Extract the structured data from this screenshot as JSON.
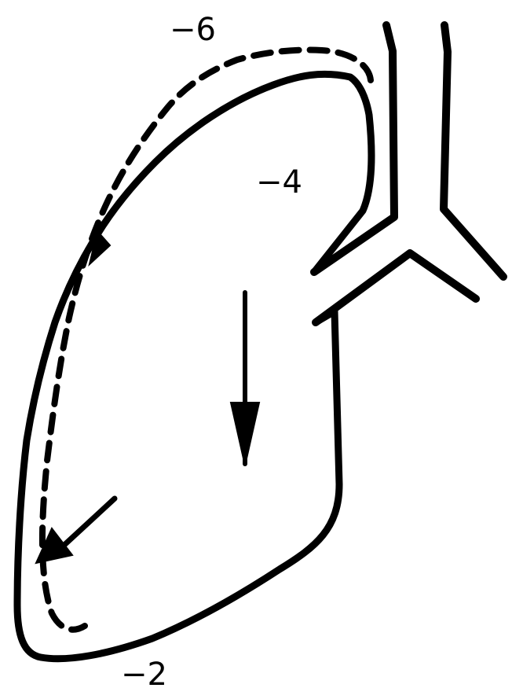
{
  "labels": {
    "top": "−6",
    "middle": "−4",
    "bottom": "−2"
  },
  "colors": {
    "stroke": "#000000",
    "background": "#ffffff"
  }
}
